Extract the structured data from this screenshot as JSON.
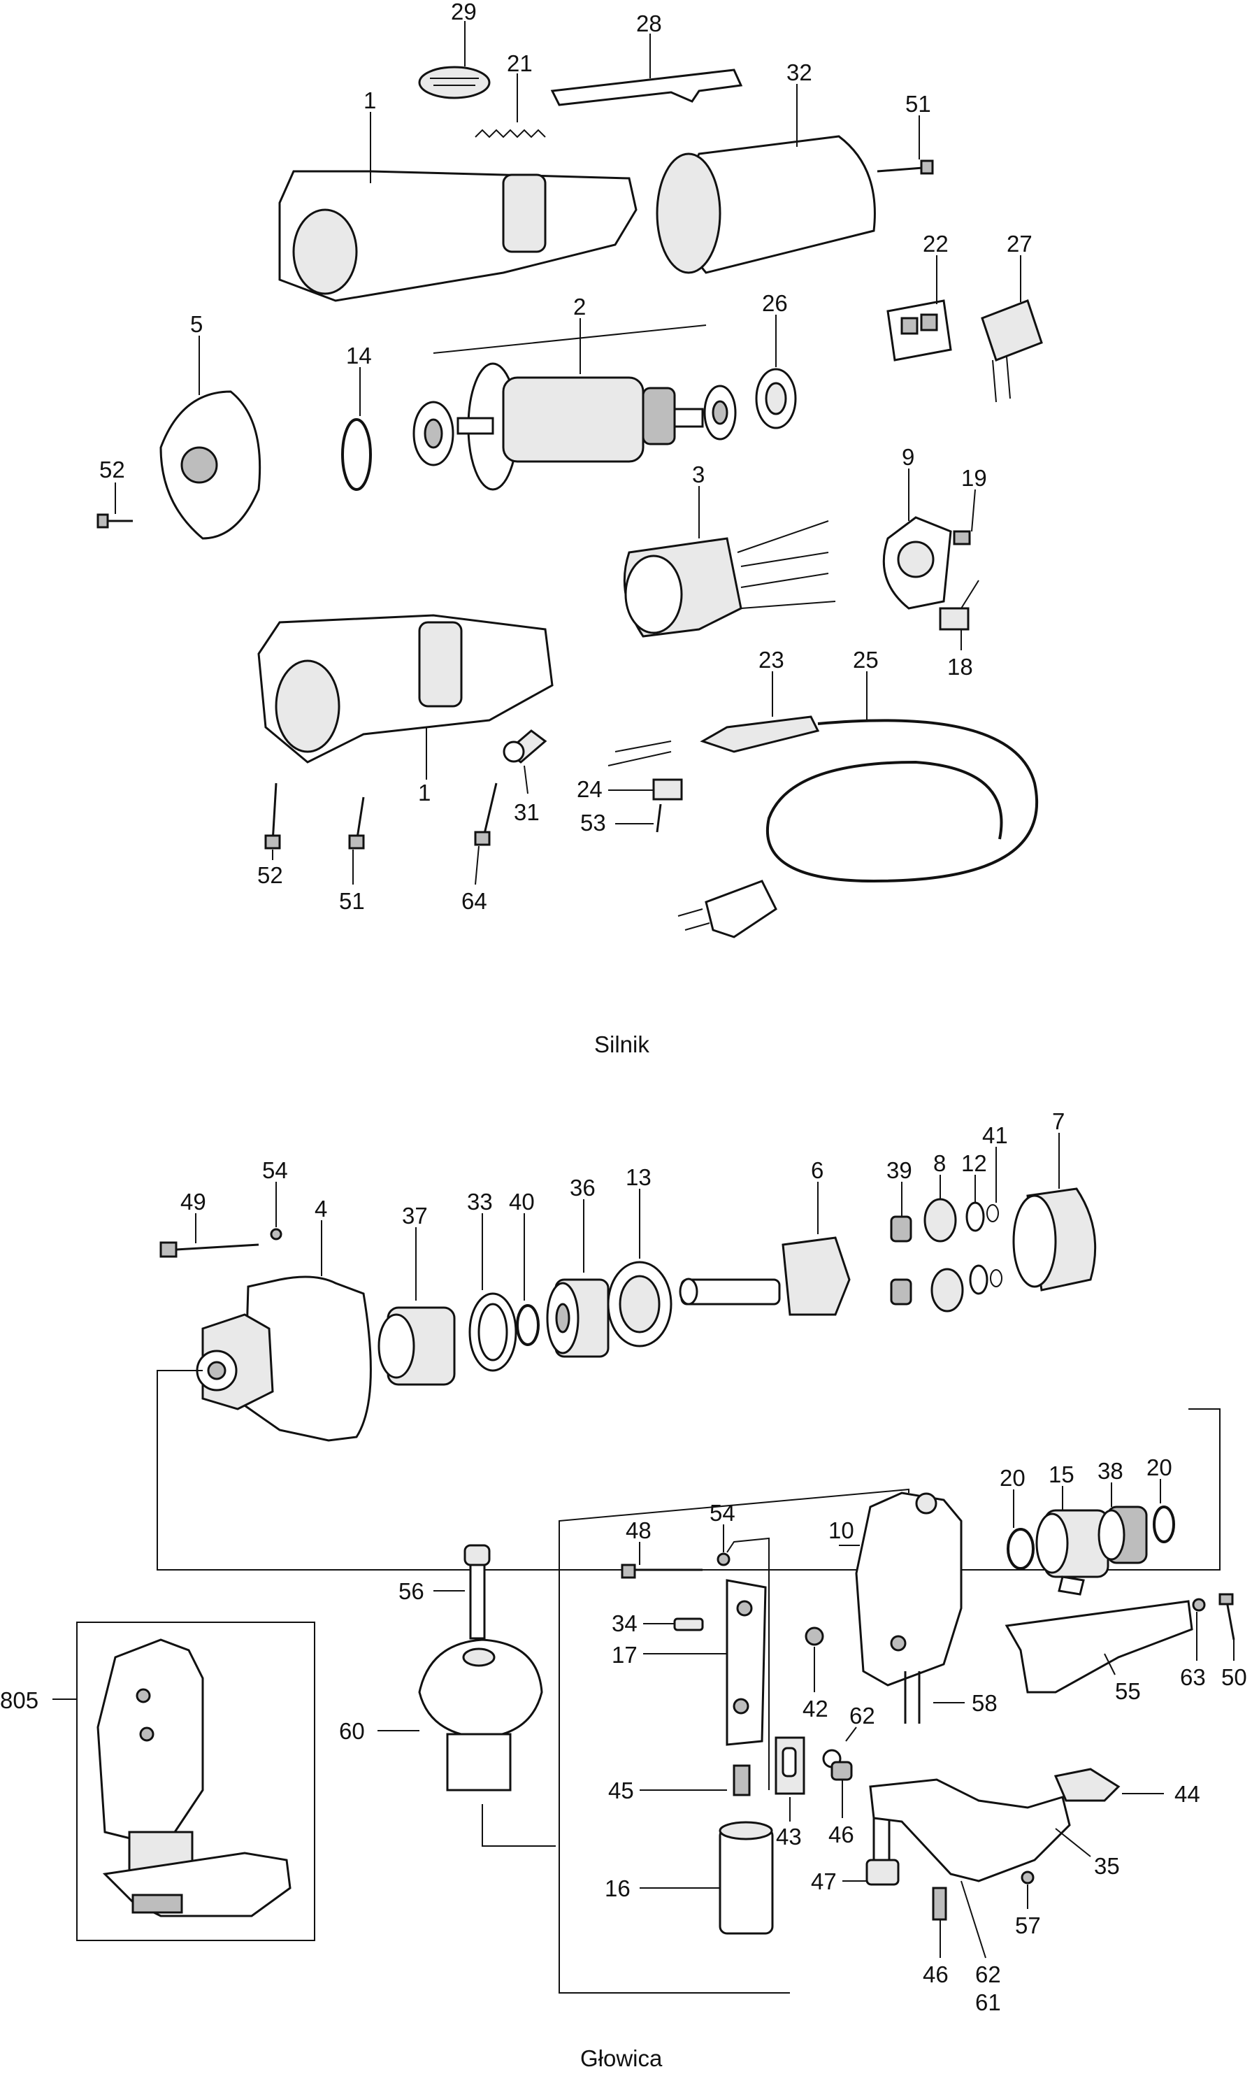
{
  "captions": {
    "motor": "Silnik",
    "head": "Głowica"
  },
  "labels": {
    "l29": "29",
    "l28": "28",
    "l21": "21",
    "l1a": "1",
    "l32": "32",
    "l51a": "51",
    "l22": "22",
    "l27": "27",
    "l2": "2",
    "l26": "26",
    "l5": "5",
    "l14": "14",
    "l52a": "52",
    "l3": "3",
    "l9": "9",
    "l19": "19",
    "l18": "18",
    "l23": "23",
    "l25": "25",
    "l24": "24",
    "l53": "53",
    "l1b": "1",
    "l31": "31",
    "l52b": "52",
    "l51b": "51",
    "l64": "64",
    "l49": "49",
    "l54a": "54",
    "l4": "4",
    "l37": "37",
    "l33": "33",
    "l40": "40",
    "l36": "36",
    "l13": "13",
    "l6": "6",
    "l39": "39",
    "l8": "8",
    "l12": "12",
    "l41": "41",
    "l7": "7",
    "l48": "48",
    "l54b": "54",
    "l10": "10",
    "l20a": "20",
    "l15": "15",
    "l38": "38",
    "l20b": "20",
    "l56": "56",
    "l34": "34",
    "l17": "17",
    "l805": "805",
    "l60": "60",
    "l42": "42",
    "l62a": "62",
    "l58": "58",
    "l55": "55",
    "l63": "63",
    "l50": "50",
    "l45": "45",
    "l43": "43",
    "l46a": "46",
    "l44": "44",
    "l16": "16",
    "l35": "35",
    "l47": "47",
    "l57": "57",
    "l46b": "46",
    "l62b": "62",
    "l61": "61"
  }
}
